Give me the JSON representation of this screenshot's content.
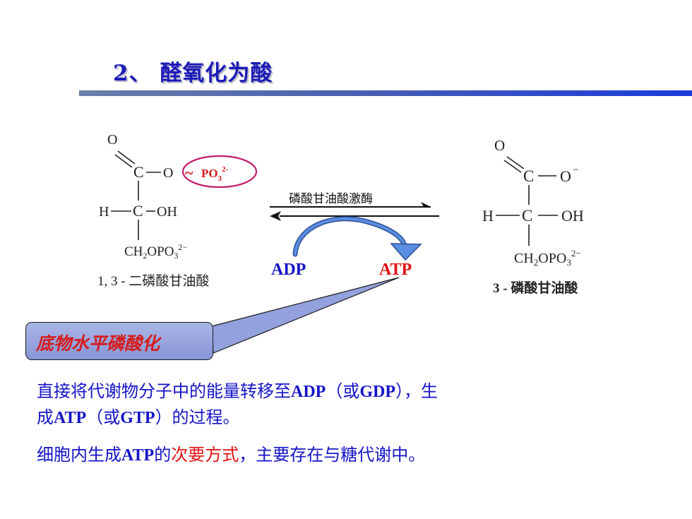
{
  "slide": {
    "title": "2、 醛氧化为酸"
  },
  "reaction": {
    "reactant": {
      "o_top": "O",
      "c1": "C",
      "o_ester": "O",
      "tilde": "~",
      "phosphate": "PO",
      "phosphate_sub": "3",
      "phosphate_sup": "2-",
      "h": "H",
      "c2": "C",
      "oh": "OH",
      "ch2": "CH",
      "ch2_sub1": "2",
      "ch2_opo": "OPO",
      "ch2_sub2": "3",
      "ch2_sup": "2−",
      "name": "1, 3 - 二磷酸甘油酸"
    },
    "enzyme": "磷酸甘油酸激酶",
    "cofactor_in": "ADP",
    "cofactor_out": "ATP",
    "product": {
      "o_top": "O",
      "c1": "C",
      "o_minus": "O",
      "minus": "−",
      "h": "H",
      "c2": "C",
      "oh": "OH",
      "ch2": "CH",
      "ch2_sub1": "2",
      "ch2_opo": "OPO",
      "ch2_sub2": "3",
      "ch2_sup": "2−",
      "name": "3 - 磷酸甘油酸"
    }
  },
  "callout": {
    "label": "底物水平磷酸化"
  },
  "body": {
    "para1_a": "直接将代谢物分子中的能量转移至",
    "para1_adp": "ADP",
    "para1_b": "（或",
    "para1_gdp": "GDP",
    "para1_c": "），生",
    "para1_d": "成",
    "para1_atp": "ATP",
    "para1_e": "（或",
    "para1_gtp": "GTP",
    "para1_f": "）的过程。",
    "para2_a": "细胞内生成",
    "para2_atp": "ATP",
    "para2_b": "的",
    "para2_red": "次要方式",
    "para2_c": "，主要存在与糖代谢中。"
  },
  "colors": {
    "title": "#1a1ab8",
    "body_text": "#1414c8",
    "highlight": "#e01010",
    "callout_bg": "#8f9cdc"
  }
}
